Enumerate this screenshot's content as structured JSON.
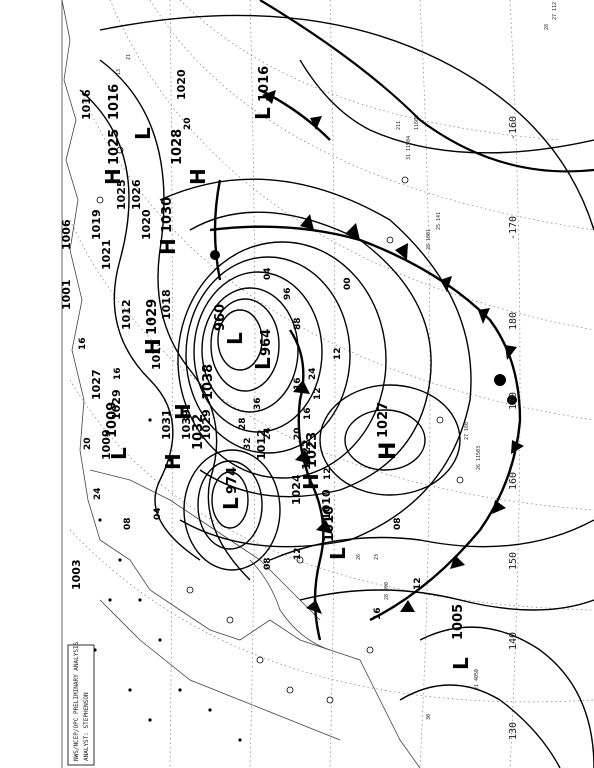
{
  "map": {
    "legend_lines": [
      "NWS/NCEP/OPC PRELIMINARY ANALYSIS",
      "ANALYST: STEPHENSON"
    ],
    "longitude_labels": [
      "-160",
      "-170",
      "180",
      "170",
      "160",
      "150",
      "140",
      "130"
    ],
    "pressure_centers": [
      {
        "symbol": "H",
        "value": "1028"
      },
      {
        "symbol": "H",
        "value": "1030"
      },
      {
        "symbol": "H",
        "value": "1025"
      },
      {
        "symbol": "H",
        "value": "1027"
      },
      {
        "symbol": "H",
        "value": "1029"
      },
      {
        "symbol": "H",
        "value": "1038"
      },
      {
        "symbol": "H",
        "value": "1032"
      },
      {
        "symbol": "H",
        "value": "1023"
      },
      {
        "symbol": "L",
        "value": "1016"
      },
      {
        "symbol": "L",
        "value": "1016"
      },
      {
        "symbol": "L",
        "value": "960"
      },
      {
        "symbol": "L",
        "value": "964"
      },
      {
        "symbol": "L",
        "value": "974"
      },
      {
        "symbol": "L",
        "value": "1009"
      },
      {
        "symbol": "L",
        "value": "1010"
      },
      {
        "symbol": "L",
        "value": "1005"
      }
    ],
    "isobar_labels": [
      "16",
      "16",
      "20",
      "24",
      "08",
      "04",
      "12",
      "16",
      "04",
      "96",
      "88",
      "00",
      "12",
      "24",
      "16",
      "12",
      "08",
      "12",
      "16",
      "20",
      "24",
      "28",
      "32",
      "36",
      "12",
      "08",
      "20",
      "1016",
      "1025",
      "1019",
      "1026",
      "1020",
      "1021",
      "1006",
      "1001",
      "1012",
      "1018",
      "1011",
      "1027",
      "1029",
      "1009",
      "1031",
      "1039",
      "1029",
      "1012",
      "1010",
      "1022",
      "1024",
      "1020",
      "1003"
    ],
    "station_samples": [
      "27 112",
      "28 ",
      "211",
      "11606",
      "25 141",
      "28 1001",
      "31 11504",
      "27 160",
      "21 4050",
      "28 090",
      "23 ",
      "30 ",
      "21",
      "26 11503",
      "26 ",
      "13"
    ]
  }
}
